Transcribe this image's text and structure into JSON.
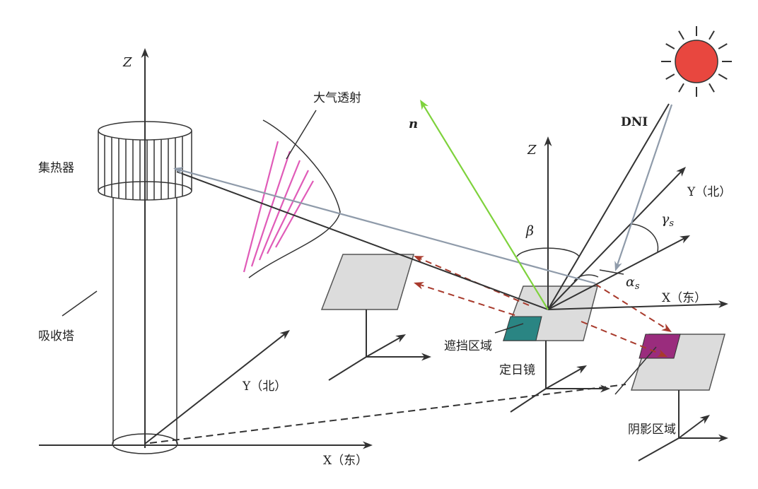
{
  "tower": {
    "axes": {
      "z": "Z",
      "x": "X（东）",
      "y": "Y（北）"
    },
    "collector_label": "集热器",
    "tower_label": "吸收塔"
  },
  "atmosphere": {
    "label": "大气透射"
  },
  "heliostat": {
    "label": "定日镜",
    "normal_label": "n",
    "dni_label": "DNI",
    "axes": {
      "z": "Z",
      "x": "X（东）",
      "y": "Y（北）"
    },
    "angles": {
      "beta": "β",
      "gamma": {
        "symbol": "γ",
        "sub": "s"
      },
      "alpha": {
        "symbol": "α",
        "sub": "s"
      }
    }
  },
  "regions": {
    "blocking": "遮挡区域",
    "shadow": "阴影区域"
  },
  "colors": {
    "sun": "#E8473F",
    "normal_vector": "#7ED23C",
    "solar_ray": "#8F9BAA",
    "reflection_dashed": "#A83A2C",
    "atmospheric_attenuation": "#E05BB8",
    "blocking_region": "#2A8583",
    "shadow_region": "#9A2C7D",
    "mirror": "#DCDCDC"
  }
}
